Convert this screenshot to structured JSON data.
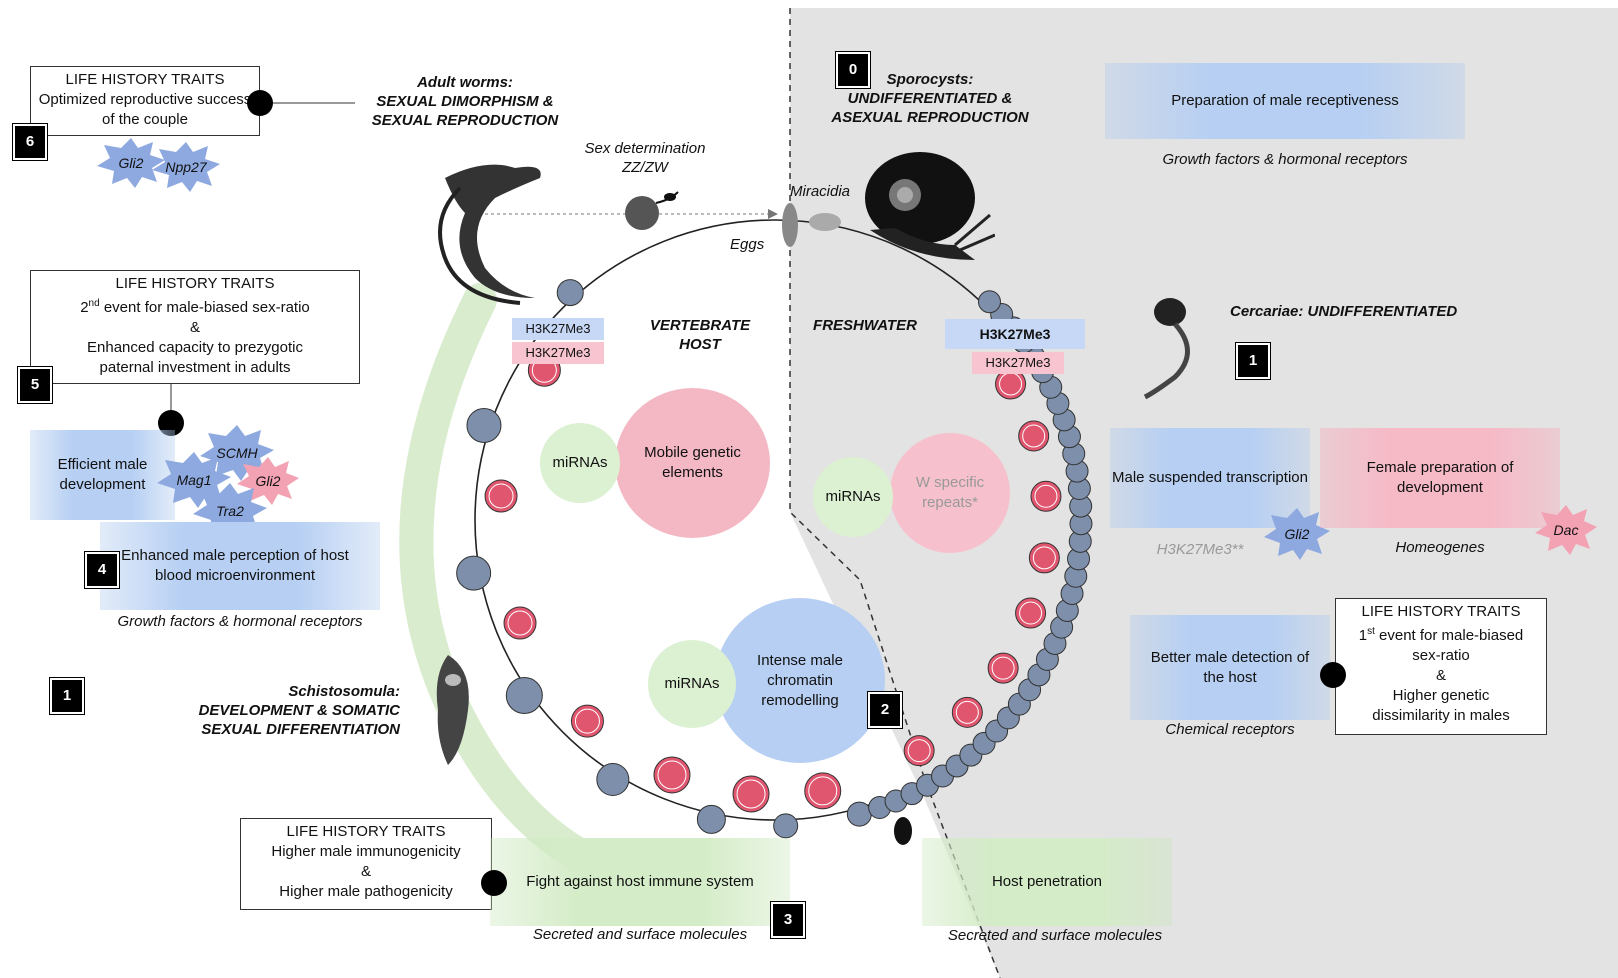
{
  "colors": {
    "blue": "#b6cff3",
    "green": "#d4ecc7",
    "pink": "#f6b9c6",
    "red": "#e0566f",
    "gray_bead": "#7d8faa",
    "right_bg": "#e3e3e3"
  },
  "box6": {
    "title": "LIFE HISTORY TRAITS",
    "body": "Optimized reproductive success of the couple",
    "num": "6"
  },
  "stars_top": {
    "a": "Gli2",
    "b": "Npp27"
  },
  "adult": {
    "l1": "Adult worms:",
    "l2": "SEXUAL DIMORPHISM &",
    "l3": "SEXUAL REPRODUCTION"
  },
  "sexdet": {
    "l1": "Sex determination",
    "l2": "ZZ/ZW"
  },
  "miracidia": "Miracidia",
  "eggs": "Eggs",
  "sporo": {
    "num": "0",
    "l1": "Sporocysts:",
    "l2": "UNDIFFERENTIATED &",
    "l3": "ASEXUAL REPRODUCTION"
  },
  "prep_male": {
    "label": "Preparation of male receptiveness",
    "caption": "Growth factors & hormonal receptors"
  },
  "box5": {
    "title": "LIFE HISTORY TRAITS",
    "l1a": "2",
    "l1sup": "nd",
    "l1b": " event for male-biased sex-ratio",
    "l2": "&",
    "l3": "Enhanced capacity to prezygotic",
    "l4": "paternal investment in adults",
    "num": "5"
  },
  "h3left": {
    "blue": "H3K27Me3",
    "pink": "H3K27Me3"
  },
  "vert_host": {
    "l1": "VERTEBRATE",
    "l2": "HOST"
  },
  "freshwater": "FRESHWATER",
  "h3right": {
    "blue": "H3K27Me3",
    "pink": "H3K27Me3"
  },
  "cercariae": {
    "label": "Cercariae: UNDIFFERENTIATED",
    "num": "1"
  },
  "eff_male": {
    "label": "Efficient male development",
    "s1": "SCMH",
    "s2": "Mag1",
    "s3": "Gli2",
    "s4": "Tra2"
  },
  "mirna1": {
    "label": "miRNAs",
    "mobile": "Mobile genetic elements"
  },
  "mirna2": {
    "label": "miRNAs",
    "wrep": "W specific repeats*"
  },
  "male_susp": {
    "label": "Male suspended transcription",
    "caption": "H3K27Me3**",
    "star": "Gli2"
  },
  "fem_prep": {
    "label": "Female preparation of development",
    "caption": "Homeogenes",
    "star": "Dac"
  },
  "enh_perc": {
    "num": "4",
    "label": "Enhanced male perception of host blood microenvironment",
    "caption": "Growth factors & hormonal receptors"
  },
  "num1_left": "1",
  "mirna3": {
    "label": "miRNAs",
    "chrom": "Intense  male chromatin remodelling",
    "num": "2"
  },
  "box_right": {
    "title": "LIFE HISTORY TRAITS",
    "l1a": "1",
    "l1sup": "st",
    "l1b": " event for male-biased",
    "l2": "sex-ratio",
    "l3": "&",
    "l4": "Higher genetic",
    "l5": "dissimilarity in males"
  },
  "detect": {
    "label": "Better male detection of the host",
    "caption": "Chemical receptors"
  },
  "schisto": {
    "l1": "Schistosomula:",
    "l2": "DEVELOPMENT & SOMATIC",
    "l3": "SEXUAL DIFFERENTIATION"
  },
  "box3": {
    "title": "LIFE HISTORY TRAITS",
    "l1": "Higher male immunogenicity",
    "l2": "&",
    "l3": "Higher male pathogenicity"
  },
  "fight": {
    "label": "Fight against host immune system",
    "caption": "Secreted and surface molecules",
    "num": "3"
  },
  "penet": {
    "label": "Host penetration",
    "caption": "Secreted and surface molecules"
  }
}
